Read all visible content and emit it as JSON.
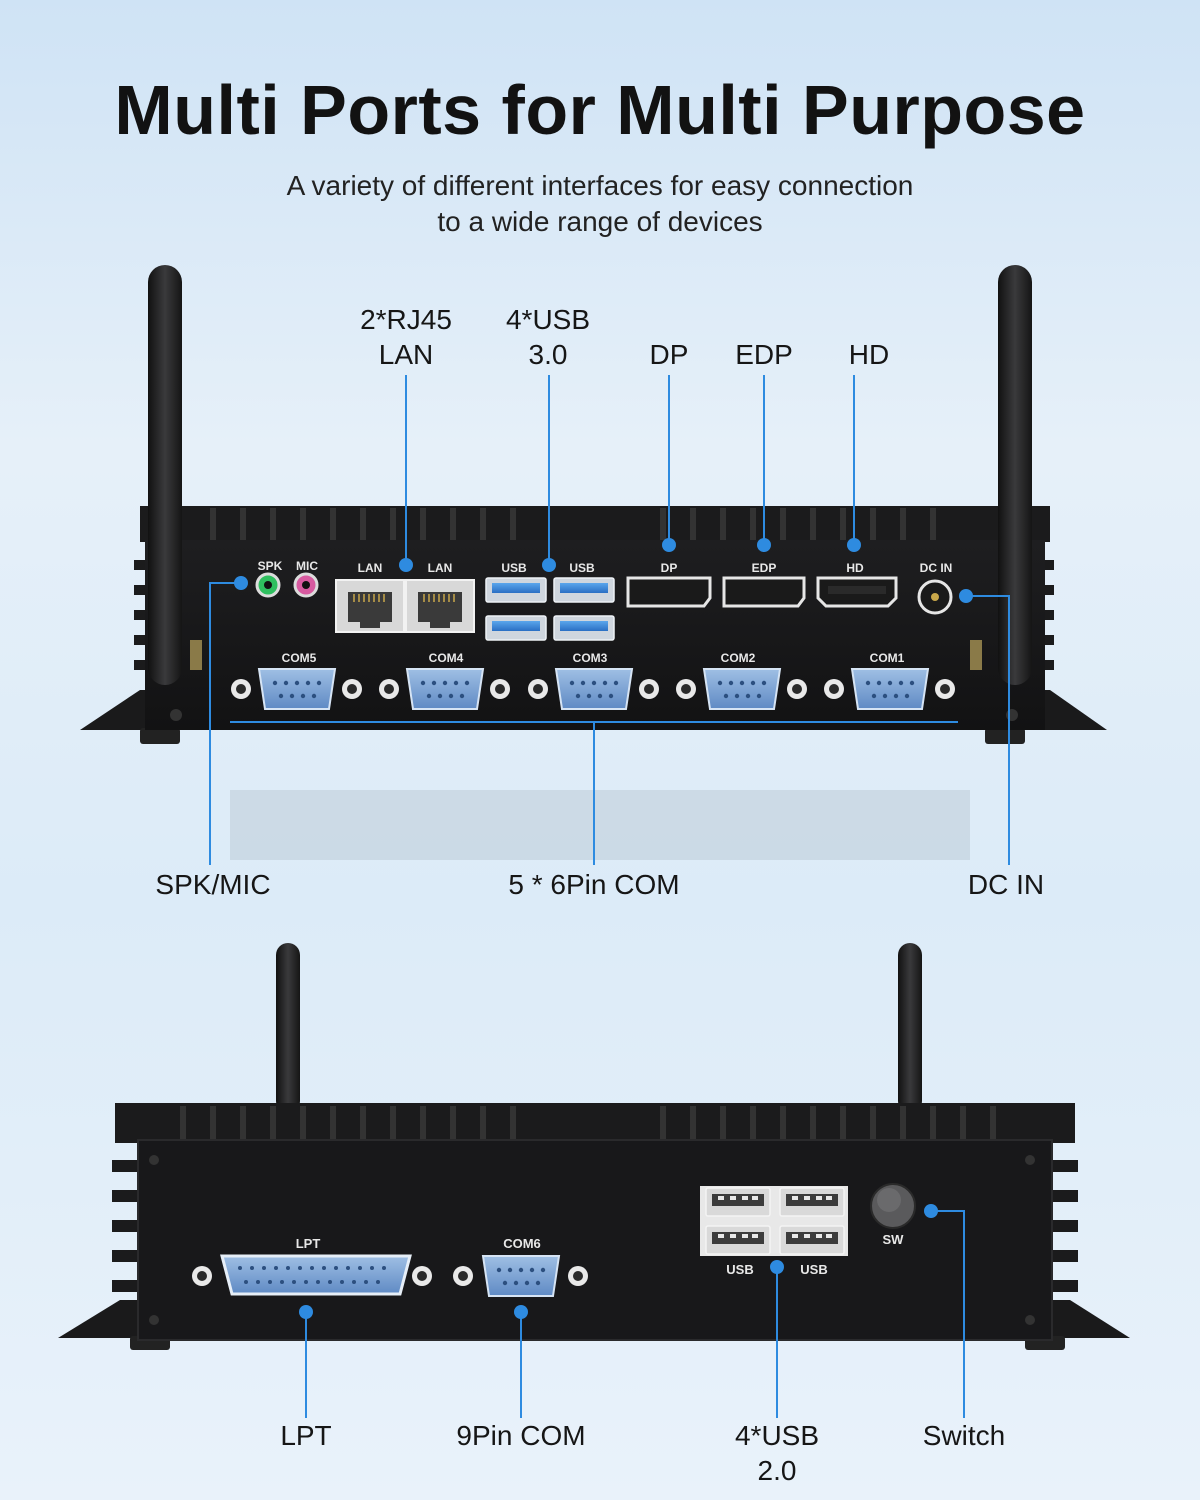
{
  "header": {
    "title": "Multi Ports for Multi Purpose",
    "subtitle_line1": "A variety of different interfaces for easy connection",
    "subtitle_line2": "to a wide range of devices"
  },
  "front_panel": {
    "callouts": {
      "rj45_line1": "2*RJ45",
      "rj45_line2": "LAN",
      "usb3_line1": "4*USB",
      "usb3_line2": "3.0",
      "dp": "DP",
      "edp": "EDP",
      "hd": "HD",
      "spk_mic": "SPK/MIC",
      "com": "5 * 6Pin COM",
      "dc_in": "DC IN"
    },
    "port_labels": {
      "spk": "SPK",
      "mic": "MIC",
      "lan1": "LAN",
      "lan2": "LAN",
      "usb1": "USB",
      "usb2": "USB",
      "dp": "DP",
      "edp": "EDP",
      "hd": "HD",
      "dcin": "DC IN",
      "com5": "COM5",
      "com4": "COM4",
      "com3": "COM3",
      "com2": "COM2",
      "com1": "COM1"
    }
  },
  "rear_panel": {
    "callouts": {
      "lpt": "LPT",
      "com9": "9Pin COM",
      "usb2_line1": "4*USB",
      "usb2_line2": "2.0",
      "switch": "Switch"
    },
    "port_labels": {
      "lpt": "LPT",
      "com6": "COM6",
      "usb1": "USB",
      "usb2": "USB",
      "sw": "SW"
    }
  },
  "colors": {
    "accent_blue": "#2e8be0",
    "chassis": "#1c1c1e",
    "com_port": "#7fa7d6"
  }
}
